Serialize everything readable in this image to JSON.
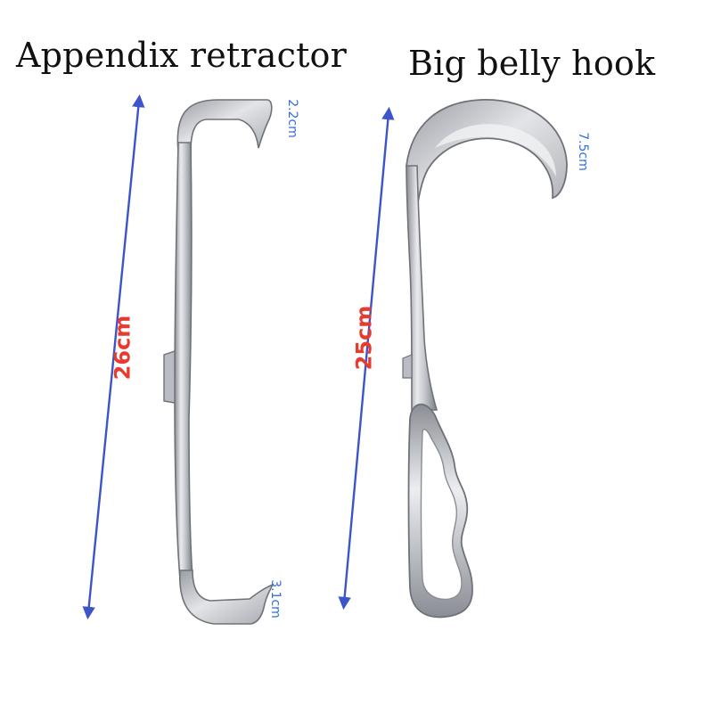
{
  "titles": {
    "left": "Appendix retractor",
    "right": "Big belly hook"
  },
  "dimensions": {
    "left_length": "26cm",
    "right_length": "25cm",
    "left_top_width": "2.2cm",
    "left_bottom_width": "3.1cm",
    "right_blade_width": "7.5cm"
  },
  "colors": {
    "background": "#ffffff",
    "arrow": "#3c55c8",
    "length_text": "#e83b2f",
    "width_text": "#3570d8",
    "steel_light": "#e6e7ea",
    "steel_mid": "#b9bcc2",
    "steel_dark": "#7d8088"
  }
}
